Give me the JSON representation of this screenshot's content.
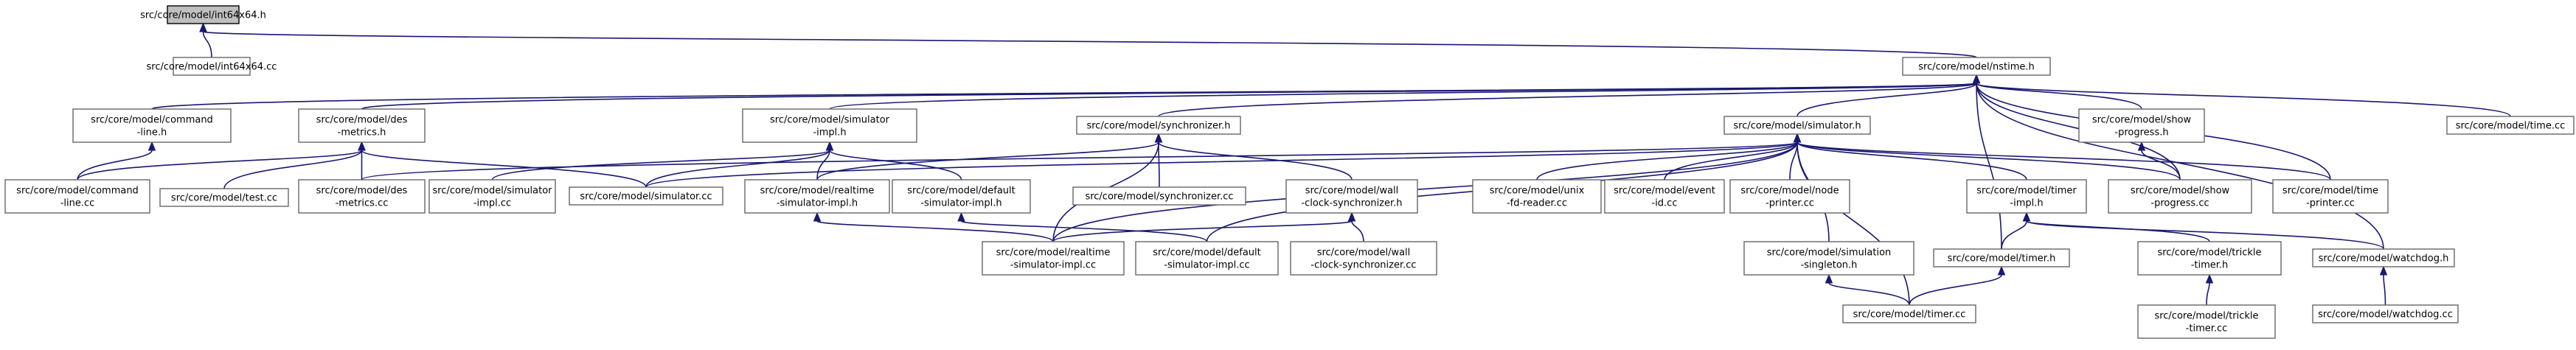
{
  "graph": {
    "root": "src/core/model/int64x64.h",
    "nodes": [
      {
        "id": "int64x64_h",
        "lines": [
          "src/core/model/int64x64.h"
        ],
        "root": true
      },
      {
        "id": "int64x64_cc",
        "lines": [
          "src/core/model/int64x64.cc"
        ]
      },
      {
        "id": "nstime_h",
        "lines": [
          "src/core/model/nstime.h"
        ]
      },
      {
        "id": "command_line_h",
        "lines": [
          "src/core/model/command",
          "-line.h"
        ]
      },
      {
        "id": "des_metrics_h",
        "lines": [
          "src/core/model/des",
          "-metrics.h"
        ]
      },
      {
        "id": "simulator_impl_h",
        "lines": [
          "src/core/model/simulator",
          "-impl.h"
        ]
      },
      {
        "id": "synchronizer_h",
        "lines": [
          "src/core/model/synchronizer.h"
        ]
      },
      {
        "id": "simulator_h",
        "lines": [
          "src/core/model/simulator.h"
        ]
      },
      {
        "id": "show_progress_h",
        "lines": [
          "src/core/model/show",
          "-progress.h"
        ]
      },
      {
        "id": "time_cc",
        "lines": [
          "src/core/model/time.cc"
        ]
      },
      {
        "id": "command_line_cc",
        "lines": [
          "src/core/model/command",
          "-line.cc"
        ]
      },
      {
        "id": "test_cc",
        "lines": [
          "src/core/model/test.cc"
        ]
      },
      {
        "id": "des_metrics_cc",
        "lines": [
          "src/core/model/des",
          "-metrics.cc"
        ]
      },
      {
        "id": "simulator_impl_cc",
        "lines": [
          "src/core/model/simulator",
          "-impl.cc"
        ]
      },
      {
        "id": "simulator_cc",
        "lines": [
          "src/core/model/simulator.cc"
        ]
      },
      {
        "id": "realtime_impl_h",
        "lines": [
          "src/core/model/realtime",
          "-simulator-impl.h"
        ]
      },
      {
        "id": "default_impl_h",
        "lines": [
          "src/core/model/default",
          "-simulator-impl.h"
        ]
      },
      {
        "id": "synchronizer_cc",
        "lines": [
          "src/core/model/synchronizer.cc"
        ]
      },
      {
        "id": "wall_clock_h",
        "lines": [
          "src/core/model/wall",
          "-clock-synchronizer.h"
        ]
      },
      {
        "id": "unix_fd_cc",
        "lines": [
          "src/core/model/unix",
          "-fd-reader.cc"
        ]
      },
      {
        "id": "event_id_cc",
        "lines": [
          "src/core/model/event",
          "-id.cc"
        ]
      },
      {
        "id": "node_printer_cc",
        "lines": [
          "src/core/model/node",
          "-printer.cc"
        ]
      },
      {
        "id": "timer_impl_h",
        "lines": [
          "src/core/model/timer",
          "-impl.h"
        ]
      },
      {
        "id": "show_progress_cc",
        "lines": [
          "src/core/model/show",
          "-progress.cc"
        ]
      },
      {
        "id": "time_printer_cc",
        "lines": [
          "src/core/model/time",
          "-printer.cc"
        ]
      },
      {
        "id": "realtime_impl_cc",
        "lines": [
          "src/core/model/realtime",
          "-simulator-impl.cc"
        ]
      },
      {
        "id": "default_impl_cc",
        "lines": [
          "src/core/model/default",
          "-simulator-impl.cc"
        ]
      },
      {
        "id": "wall_clock_cc",
        "lines": [
          "src/core/model/wall",
          "-clock-synchronizer.cc"
        ]
      },
      {
        "id": "sim_singleton_h",
        "lines": [
          "src/core/model/simulation",
          "-singleton.h"
        ]
      },
      {
        "id": "timer_h",
        "lines": [
          "src/core/model/timer.h"
        ]
      },
      {
        "id": "trickle_timer_h",
        "lines": [
          "src/core/model/trickle",
          "-timer.h"
        ]
      },
      {
        "id": "watchdog_h",
        "lines": [
          "src/core/model/watchdog.h"
        ]
      },
      {
        "id": "timer_cc",
        "lines": [
          "src/core/model/timer.cc"
        ]
      },
      {
        "id": "trickle_timer_cc",
        "lines": [
          "src/core/model/trickle",
          "-timer.cc"
        ]
      },
      {
        "id": "watchdog_cc",
        "lines": [
          "src/core/model/watchdog.cc"
        ]
      }
    ],
    "edges": [
      [
        "int64x64_h",
        "int64x64_cc"
      ],
      [
        "int64x64_h",
        "nstime_h"
      ],
      [
        "nstime_h",
        "command_line_h"
      ],
      [
        "nstime_h",
        "des_metrics_h"
      ],
      [
        "nstime_h",
        "simulator_impl_h"
      ],
      [
        "nstime_h",
        "synchronizer_h"
      ],
      [
        "nstime_h",
        "simulator_h"
      ],
      [
        "nstime_h",
        "show_progress_h"
      ],
      [
        "nstime_h",
        "time_cc"
      ],
      [
        "nstime_h",
        "show_progress_cc"
      ],
      [
        "nstime_h",
        "time_printer_cc"
      ],
      [
        "nstime_h",
        "timer_h"
      ],
      [
        "nstime_h",
        "watchdog_h"
      ],
      [
        "command_line_h",
        "command_line_cc"
      ],
      [
        "des_metrics_h",
        "command_line_cc"
      ],
      [
        "des_metrics_h",
        "test_cc"
      ],
      [
        "des_metrics_h",
        "des_metrics_cc"
      ],
      [
        "des_metrics_h",
        "simulator_cc"
      ],
      [
        "simulator_impl_h",
        "simulator_impl_cc"
      ],
      [
        "simulator_impl_h",
        "simulator_cc"
      ],
      [
        "simulator_impl_h",
        "realtime_impl_h"
      ],
      [
        "simulator_impl_h",
        "default_impl_h"
      ],
      [
        "synchronizer_h",
        "realtime_impl_h"
      ],
      [
        "synchronizer_h",
        "synchronizer_cc"
      ],
      [
        "synchronizer_h",
        "wall_clock_h"
      ],
      [
        "synchronizer_h",
        "realtime_impl_cc"
      ],
      [
        "simulator_h",
        "des_metrics_cc"
      ],
      [
        "simulator_h",
        "simulator_cc"
      ],
      [
        "simulator_h",
        "realtime_impl_cc"
      ],
      [
        "simulator_h",
        "default_impl_cc"
      ],
      [
        "simulator_h",
        "unix_fd_cc"
      ],
      [
        "simulator_h",
        "event_id_cc"
      ],
      [
        "simulator_h",
        "node_printer_cc"
      ],
      [
        "simulator_h",
        "timer_impl_h"
      ],
      [
        "simulator_h",
        "show_progress_cc"
      ],
      [
        "simulator_h",
        "time_printer_cc"
      ],
      [
        "simulator_h",
        "sim_singleton_h"
      ],
      [
        "simulator_h",
        "timer_cc"
      ],
      [
        "show_progress_h",
        "show_progress_cc"
      ],
      [
        "realtime_impl_h",
        "realtime_impl_cc"
      ],
      [
        "default_impl_h",
        "default_impl_cc"
      ],
      [
        "wall_clock_h",
        "realtime_impl_cc"
      ],
      [
        "wall_clock_h",
        "wall_clock_cc"
      ],
      [
        "timer_impl_h",
        "timer_h"
      ],
      [
        "timer_impl_h",
        "trickle_timer_h"
      ],
      [
        "timer_impl_h",
        "watchdog_h"
      ],
      [
        "sim_singleton_h",
        "timer_cc"
      ],
      [
        "timer_h",
        "timer_cc"
      ],
      [
        "trickle_timer_h",
        "trickle_timer_cc"
      ],
      [
        "watchdog_h",
        "watchdog_cc"
      ]
    ]
  }
}
